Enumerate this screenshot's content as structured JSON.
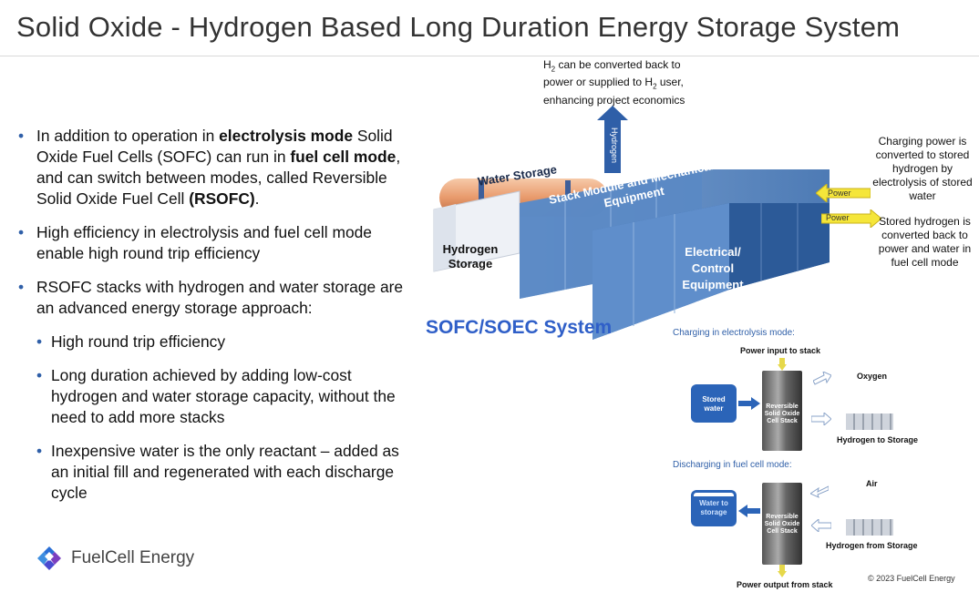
{
  "title": "Solid Oxide - Hydrogen Based Long Duration Energy Storage System",
  "bullets": {
    "b1": {
      "t1": "In addition to operation in ",
      "t2": "electrolysis mode",
      "t3": " Solid Oxide Fuel Cells (SOFC) can run in ",
      "t4": "fuel cell mode",
      "t5": ", and can switch between modes, called Reversible Solid Oxide Fuel Cell ",
      "t6": "(RSOFC)",
      "t7": "."
    },
    "b2": "High efficiency in electrolysis and fuel cell mode enable high round trip efficiency",
    "b3": "RSOFC stacks with hydrogen and water storage are an advanced energy storage approach:",
    "sub": [
      "High round trip efficiency",
      "Long duration achieved by adding low-cost hydrogen and water storage capacity, without the need to add more stacks",
      "Inexpensive water is the only reactant – added as an initial fill and regenerated with each discharge cycle"
    ]
  },
  "logo": {
    "text": "FuelCell Energy"
  },
  "diagram": {
    "h2_note_l1": "H",
    "h2_sub": "2",
    "h2_note_l1b": " can be converted back to",
    "h2_note_l2": "power or supplied to H",
    "h2_note_l2b": " user,",
    "h2_note_l3": "enhancing project economics",
    "hydrogen_arrow": "Hydrogen",
    "water_storage": "Water Storage",
    "stack_module": "Stack Module and Mechanical Equipment",
    "hydrogen_storage": "Hydrogen Storage",
    "electrical": "Electrical/ Control Equipment",
    "power1": "Power",
    "power2": "Power",
    "charging_note": "Charging power is converted to stored hydrogen by electrolysis of stored water",
    "stored_note": "Stored hydrogen is converted back to power and water in fuel cell mode",
    "system_label": "SOFC/SOEC System"
  },
  "modes": {
    "charging_title": "Charging in electrolysis mode:",
    "power_input": "Power input to stack",
    "oxygen": "Oxygen",
    "stored_water": "Stored water",
    "stack_label": "Reversible Solid Oxide Cell Stack",
    "h2_to_storage": "Hydrogen to Storage",
    "discharging_title": "Discharging in fuel cell mode:",
    "air": "Air",
    "water_to_storage": "Water to storage",
    "h2_from_storage": "Hydrogen from Storage",
    "power_output": "Power output from stack"
  },
  "copyright": "© 2023 FuelCell Energy"
}
